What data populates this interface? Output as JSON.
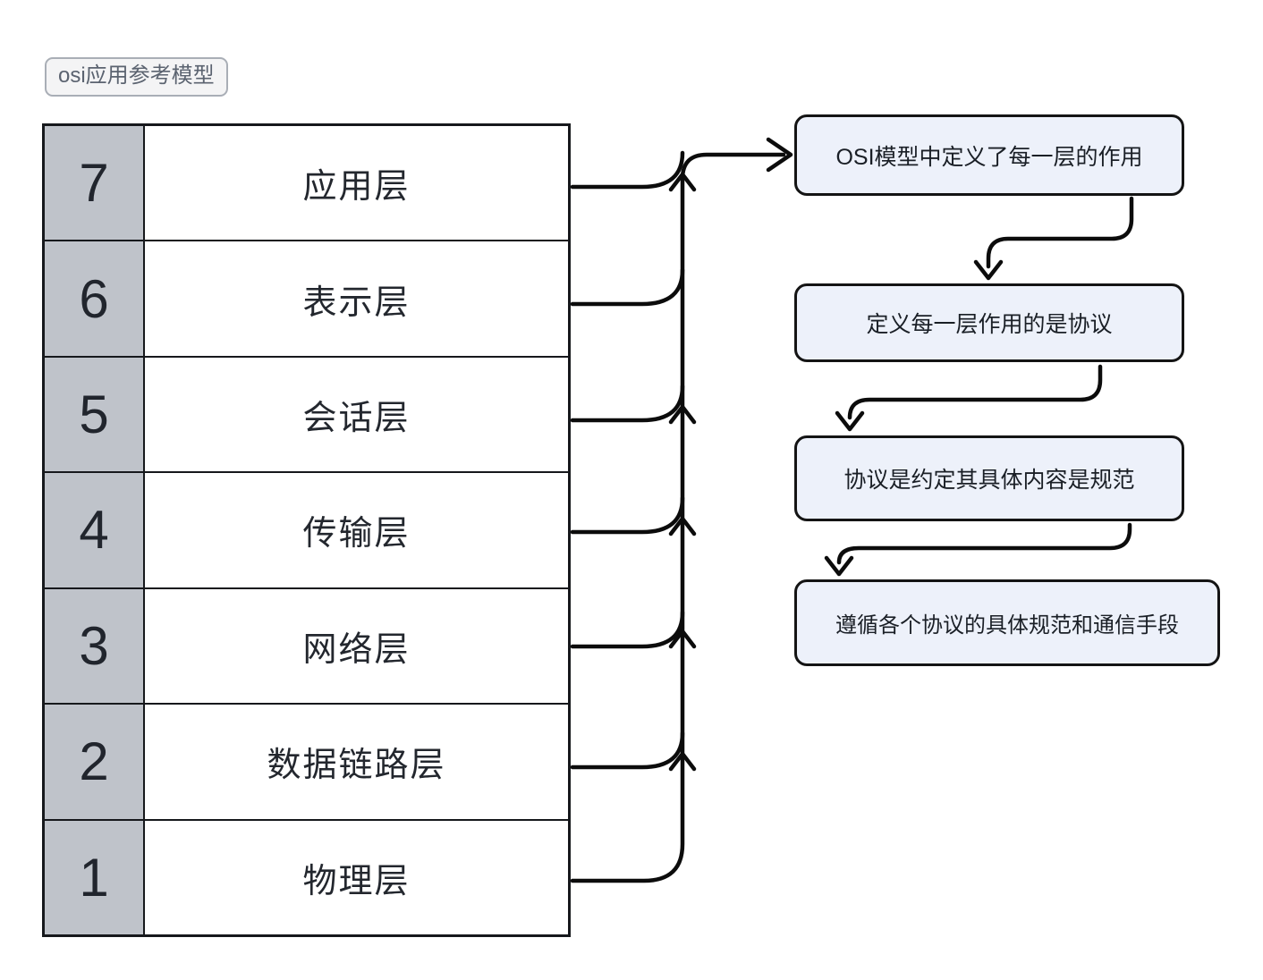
{
  "title_badge": {
    "label": "osi应用参考模型"
  },
  "osi_table": {
    "rows": [
      {
        "number": "7",
        "name": "应用层"
      },
      {
        "number": "6",
        "name": "表示层"
      },
      {
        "number": "5",
        "name": "会话层"
      },
      {
        "number": "4",
        "name": "传输层"
      },
      {
        "number": "3",
        "name": "网络层"
      },
      {
        "number": "2",
        "name": "数据链路层"
      },
      {
        "number": "1",
        "name": "物理层"
      }
    ]
  },
  "flow_boxes": [
    {
      "text": "OSI模型中定义了每一层的作用"
    },
    {
      "text": "定义每一层作用的是协议"
    },
    {
      "text": "协议是约定其具体内容是规范"
    },
    {
      "text": "遵循各个协议的具体规范和通信手段"
    }
  ],
  "colors": {
    "arrow": "#0c0c0c",
    "box_fill": "#edf1fa",
    "box_border": "#141414",
    "number_cell_fill": "#bfc3ca",
    "badge_fill": "#f4f4f5",
    "badge_border": "#a9aeb6",
    "badge_text": "#5b6370",
    "table_border": "#16181c",
    "background": "#ffffff"
  }
}
